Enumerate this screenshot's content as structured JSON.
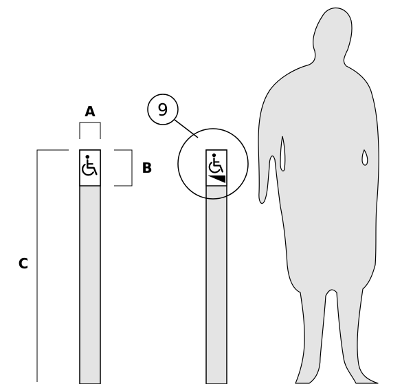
{
  "dimensions": {
    "a": "A",
    "b": "B",
    "c": "C"
  },
  "callout": {
    "number": "9"
  },
  "icons": {
    "accessibility": "wheelchair-accessibility-icon",
    "ramp": "ramp-triangle-icon"
  },
  "colors": {
    "post_fill": "#e4e4e4",
    "silhouette_fill": "#e4e4e4",
    "line": "#000000"
  }
}
